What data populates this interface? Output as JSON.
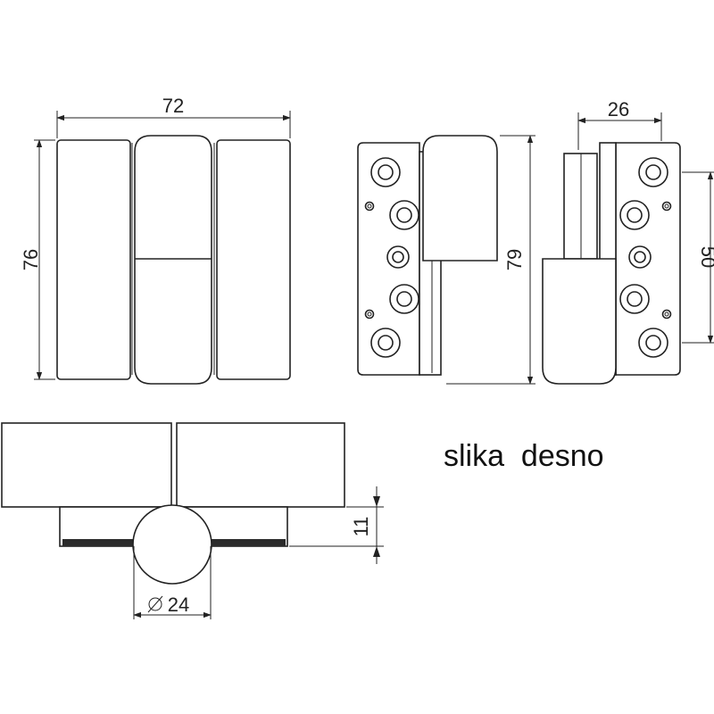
{
  "dimensions": {
    "front_width": "72",
    "front_height": "76",
    "side_height": "79",
    "side_offset": "26",
    "side_hole_spacing": "50",
    "top_thickness": "11",
    "barrel_diameter": "24"
  },
  "caption": "slika  desno",
  "colors": {
    "stroke": "#222222",
    "background": "#ffffff"
  }
}
